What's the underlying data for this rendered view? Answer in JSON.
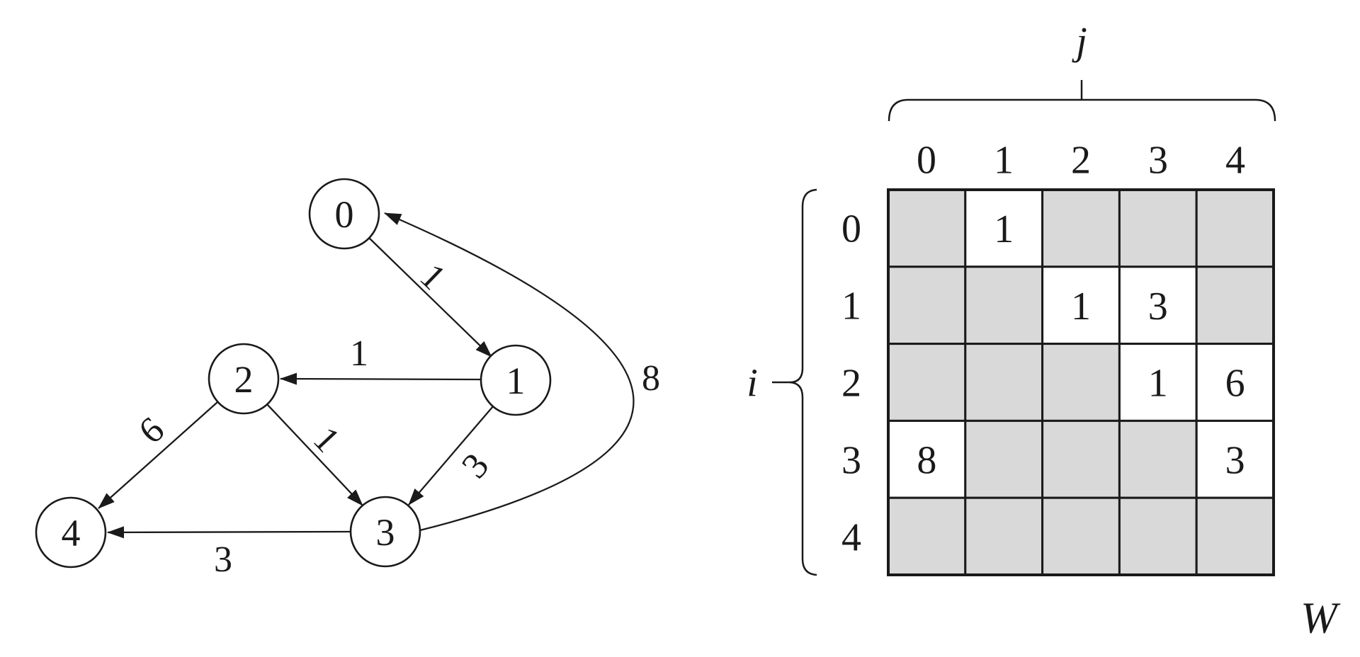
{
  "figure": {
    "background": "#ffffff",
    "ink_color": "#1a1a1a",
    "shaded_cell_color": "#d9d9d9",
    "open_cell_color": "#ffffff"
  },
  "graph": {
    "nodes": [
      {
        "label": "0"
      },
      {
        "label": "1"
      },
      {
        "label": "2"
      },
      {
        "label": "3"
      },
      {
        "label": "4"
      }
    ],
    "edges": [
      {
        "from": "0",
        "to": "1",
        "weight": "1"
      },
      {
        "from": "1",
        "to": "2",
        "weight": "1"
      },
      {
        "from": "1",
        "to": "3",
        "weight": "3"
      },
      {
        "from": "2",
        "to": "3",
        "weight": "1"
      },
      {
        "from": "2",
        "to": "4",
        "weight": "6"
      },
      {
        "from": "3",
        "to": "4",
        "weight": "3"
      },
      {
        "from": "3",
        "to": "0",
        "weight": "8"
      }
    ]
  },
  "matrix": {
    "name_label": "W",
    "col_axis_label": "j",
    "row_axis_label": "i",
    "col_headers": [
      "0",
      "1",
      "2",
      "3",
      "4"
    ],
    "row_headers": [
      "0",
      "1",
      "2",
      "3",
      "4"
    ],
    "rows": [
      [
        null,
        "1",
        null,
        null,
        null
      ],
      [
        null,
        null,
        "1",
        "3",
        null
      ],
      [
        null,
        null,
        null,
        "1",
        "6"
      ],
      [
        "8",
        null,
        null,
        null,
        "3"
      ],
      [
        null,
        null,
        null,
        null,
        null
      ]
    ]
  }
}
